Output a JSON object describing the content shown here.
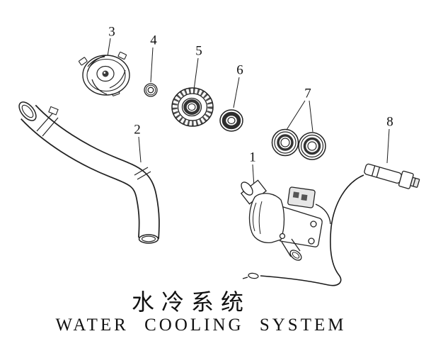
{
  "diagram": {
    "title_cn": "水冷系统",
    "title_en": "WATER COOLING SYSTEM",
    "part_numbers": [
      "1",
      "2",
      "3",
      "4",
      "5",
      "6",
      "7",
      "8"
    ]
  }
}
